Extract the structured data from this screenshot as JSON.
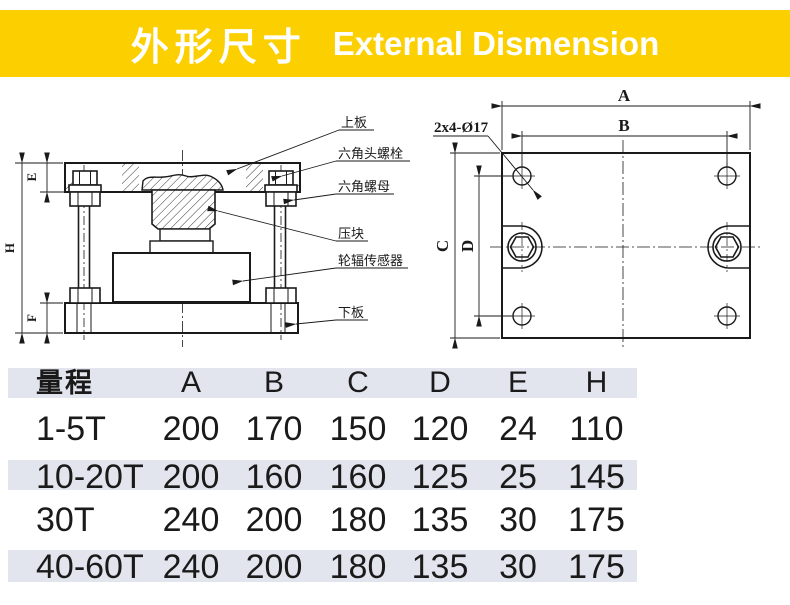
{
  "colors": {
    "accent": "#FCD000",
    "band": "#E2E5ED",
    "ink": "#1A1A1A",
    "paper": "#FFFFFF"
  },
  "header": {
    "title_cn": "外形尺寸",
    "title_en": "External Dismension"
  },
  "front_view": {
    "callouts": {
      "top_plate": "上板",
      "hex_bolt": "六角头螺栓",
      "hex_nut": "六角螺母",
      "pressure_block": "压块",
      "load_cell": "轮辐传感器",
      "bottom_plate": "下板"
    },
    "dims": {
      "E": "E",
      "H": "H",
      "F": "F"
    }
  },
  "top_view": {
    "hole_note": "2x4-Ø17",
    "dims": {
      "A": "A",
      "B": "B",
      "C": "C",
      "D": "D"
    }
  },
  "table": {
    "headers": [
      "量程",
      "A",
      "B",
      "C",
      "D",
      "E",
      "H"
    ],
    "rows": [
      {
        "range": "1-5T",
        "values": [
          "200",
          "170",
          "150",
          "120",
          "24",
          "110"
        ]
      },
      {
        "range": "10-20T",
        "values": [
          "200",
          "160",
          "160",
          "125",
          "25",
          "145"
        ]
      },
      {
        "range": "30T",
        "values": [
          "240",
          "200",
          "180",
          "135",
          "30",
          "175"
        ]
      },
      {
        "range": "40-60T",
        "values": [
          "240",
          "200",
          "180",
          "135",
          "30",
          "175"
        ]
      }
    ]
  }
}
